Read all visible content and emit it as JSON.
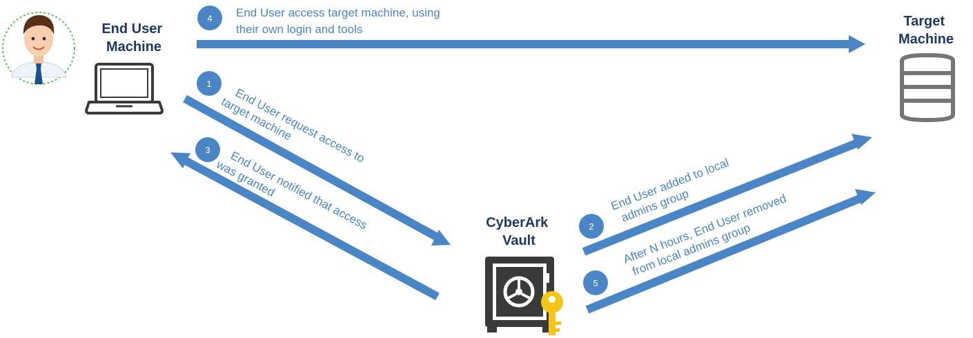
{
  "nodes": {
    "end_user": {
      "line1": "End User",
      "line2": "Machine"
    },
    "target": {
      "line1": "Target",
      "line2": "Machine"
    },
    "vault": {
      "line1": "CyberArk",
      "line2": "Vault"
    }
  },
  "steps": [
    {
      "num": "1",
      "lines": [
        "End User request access to",
        "target machine"
      ]
    },
    {
      "num": "2",
      "lines": [
        "End User added to local",
        "admins group"
      ]
    },
    {
      "num": "3",
      "lines": [
        "End User notified that access",
        "was granted"
      ]
    },
    {
      "num": "4",
      "lines": [
        "End User access target machine, using",
        "their own login and tools"
      ]
    },
    {
      "num": "5",
      "lines": [
        "After N hours, End User removed",
        "from local admins group"
      ]
    }
  ],
  "colors": {
    "arrow": "#4a86c5",
    "badge": "#4a86c5",
    "node_label": "#1f3864",
    "step_text": "#4a86c5",
    "icon_dark": "#3a3a3a",
    "icon_gray": "#757575",
    "key": "#f5c518"
  },
  "icons": [
    "user-avatar",
    "laptop-icon",
    "database-icon",
    "safe-icon",
    "key-icon"
  ]
}
